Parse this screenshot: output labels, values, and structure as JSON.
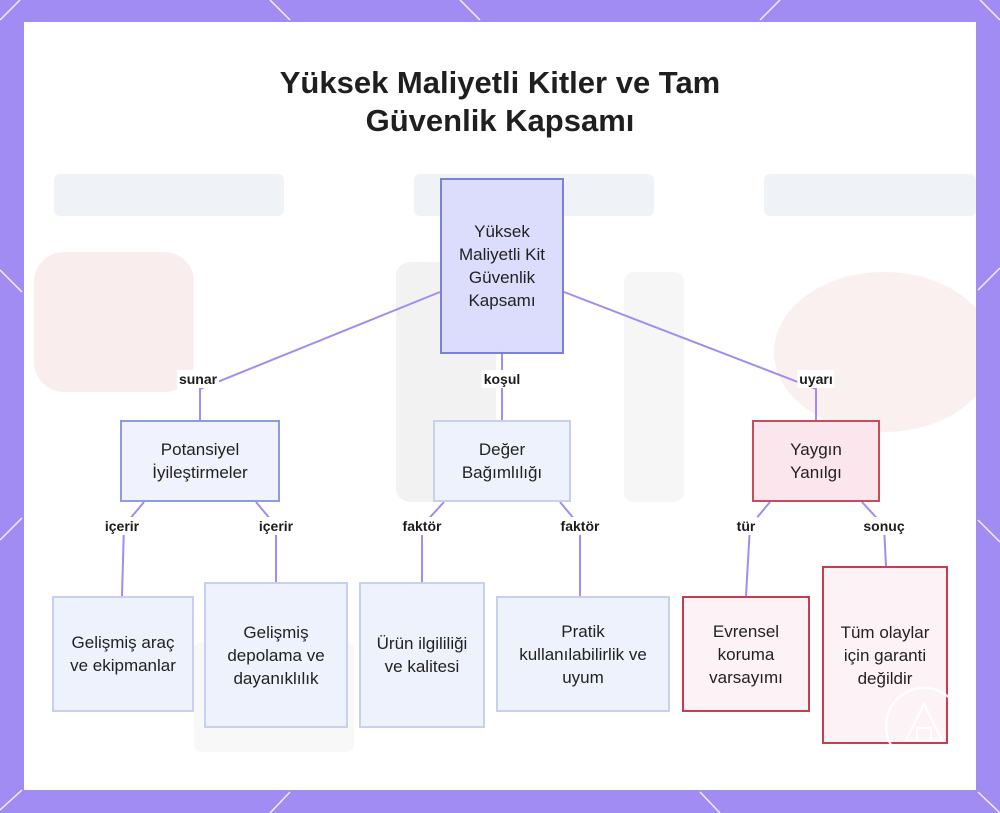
{
  "title_lines": [
    "Yüksek Maliyetli Kitler ve Tam",
    "Güvenlik Kapsamı"
  ],
  "nodes": {
    "root": "Yüksek Maliyetli Kit Güvenlik Kapsamı",
    "improvements": "Potansiyel İyileştirmeler",
    "value": "Değer Bağımlılığı",
    "misconception": "Yaygın Yanılgı",
    "tools": "Gelişmiş araç ve ekipmanlar",
    "storage": "Gelişmiş depolama ve dayanıklılık",
    "relevance": "Ürün ilgililiği ve kalitesi",
    "usability": "Pratik kullanılabilirlik ve uyum",
    "universal": "Evrensel koruma varsayımı",
    "not_guaranteed": "Tüm olaylar için garanti değildir"
  },
  "edge_labels": {
    "offers": "sunar",
    "condition": "koşul",
    "warning": "uyarı",
    "includes_1": "içerir",
    "includes_2": "içerir",
    "factor_1": "faktör",
    "factor_2": "faktör",
    "type": "tür",
    "result": "sonuç"
  },
  "colors": {
    "frame": "#a18cf4",
    "edge": "#a18cf4",
    "root_fill": "#dcdcfd",
    "root_border": "#7b80d8",
    "branch_border": "#8e9be0",
    "warning_border": "#cc4a5e"
  }
}
